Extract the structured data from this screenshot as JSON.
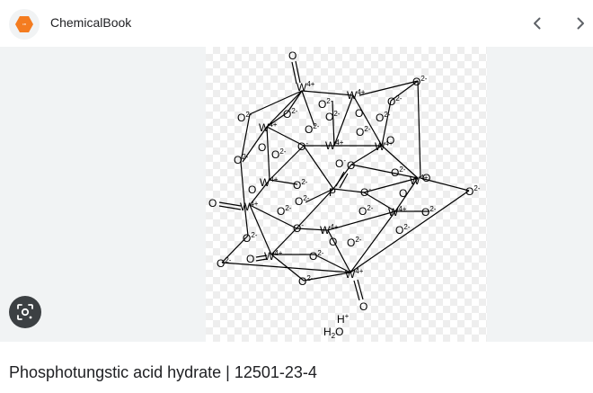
{
  "header": {
    "site_name": "ChemicalBook",
    "logo_icon": "chemicalbook-logo-icon",
    "prev_icon": "chevron-left-icon",
    "next_icon": "chevron-right-icon"
  },
  "image": {
    "labels": {
      "w4": "W",
      "charge4": "4+",
      "o": "O",
      "charge2": "2-",
      "charge1": "-",
      "p": "P",
      "h": "H",
      "hplus": "+",
      "h2o_h": "H",
      "h2o_sub": "2",
      "h2o_o": "O"
    }
  },
  "lens": {
    "icon": "lens-search-icon"
  },
  "caption": {
    "title": "Phosphotungstic acid hydrate | 12501-23-4"
  }
}
